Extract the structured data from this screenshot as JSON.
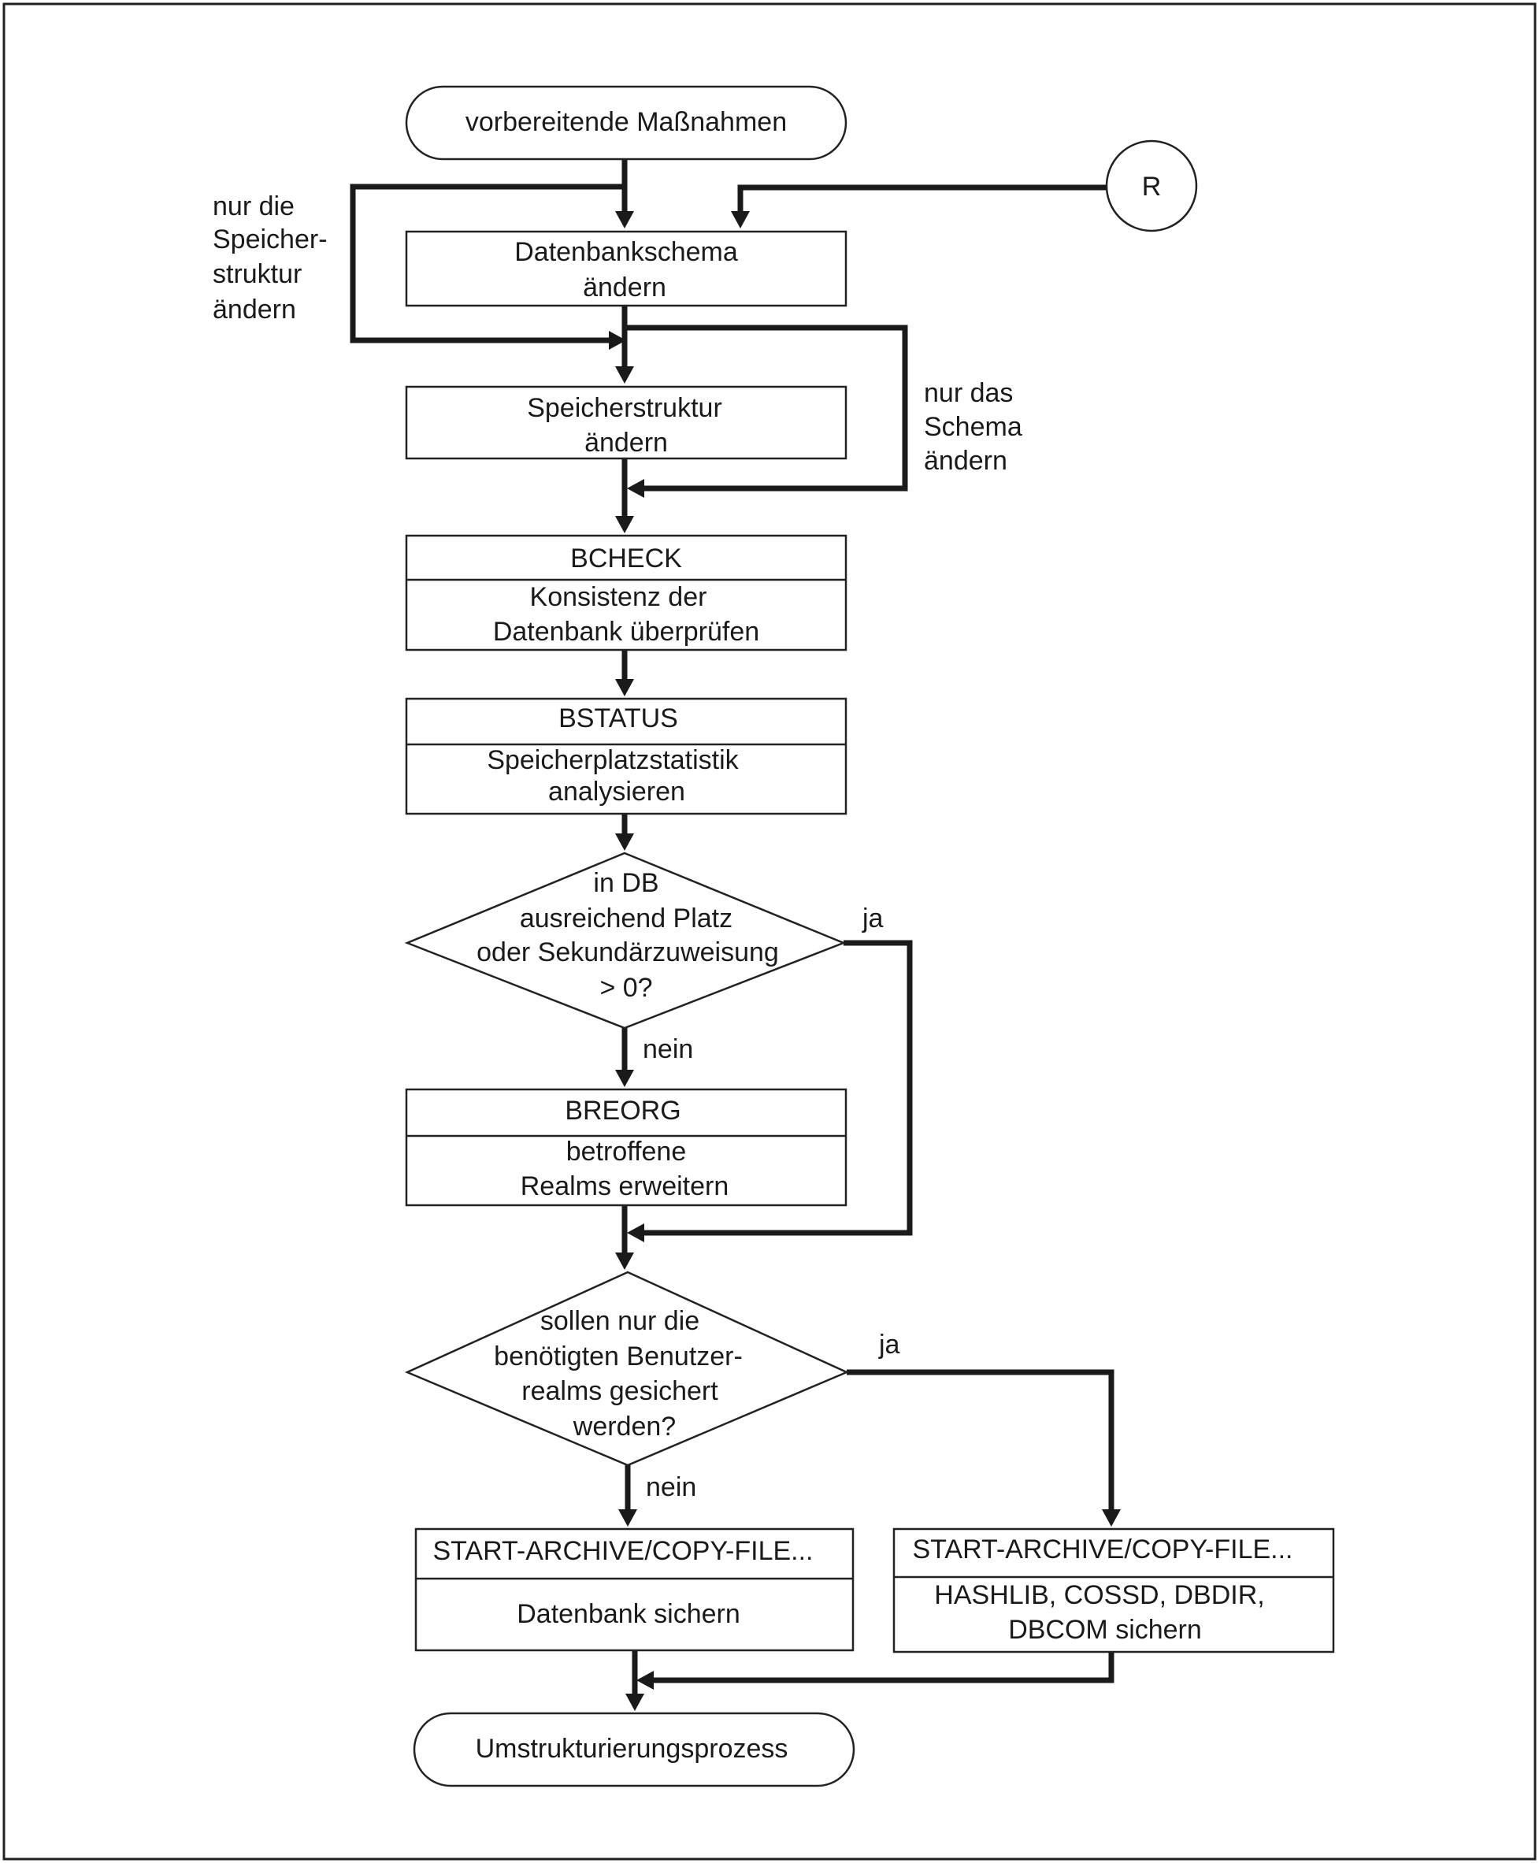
{
  "nodes": {
    "start": "vorbereitende Maßnahmen",
    "r_connector": "R",
    "schema_line1": "Datenbankschema",
    "schema_line2": "ändern",
    "storage_line1": "Speicherstruktur",
    "storage_line2": "ändern",
    "bcheck_title": "BCHECK",
    "bcheck_line1": "Konsistenz der",
    "bcheck_line2": "Datenbank überprüfen",
    "bstatus_title": "BSTATUS",
    "bstatus_line1": "Speicherplatzstatistik",
    "bstatus_line2": "analysieren",
    "decision1_line1": "in DB",
    "decision1_line2": "ausreichend Platz",
    "decision1_line3": "oder Sekundärzuweisung",
    "decision1_line4": "> 0?",
    "breorg_title": "BREORG",
    "breorg_line1": "betroffene",
    "breorg_line2": "Realms erweitern",
    "decision2_line1": "sollen nur die",
    "decision2_line2": "benötigten Benutzer-",
    "decision2_line3": "realms gesichert",
    "decision2_line4": "werden?",
    "archive_left_title": "START-ARCHIVE/COPY-FILE...",
    "archive_left_body": "Datenbank sichern",
    "archive_right_title": "START-ARCHIVE/COPY-FILE...",
    "archive_right_line1": "HASHLIB, COSSD, DBDIR,",
    "archive_right_line2": "DBCOM sichern",
    "end": "Umstrukturierungsprozess"
  },
  "labels": {
    "bypass_left_line1": "nur die",
    "bypass_left_line2": "Speicher-",
    "bypass_left_line3": "struktur",
    "bypass_left_line4": "ändern",
    "bypass_right_line1": "nur das",
    "bypass_right_line2": "Schema",
    "bypass_right_line3": "ändern",
    "decision1_yes": "ja",
    "decision1_no": "nein",
    "decision2_yes": "ja",
    "decision2_no": "nein"
  }
}
